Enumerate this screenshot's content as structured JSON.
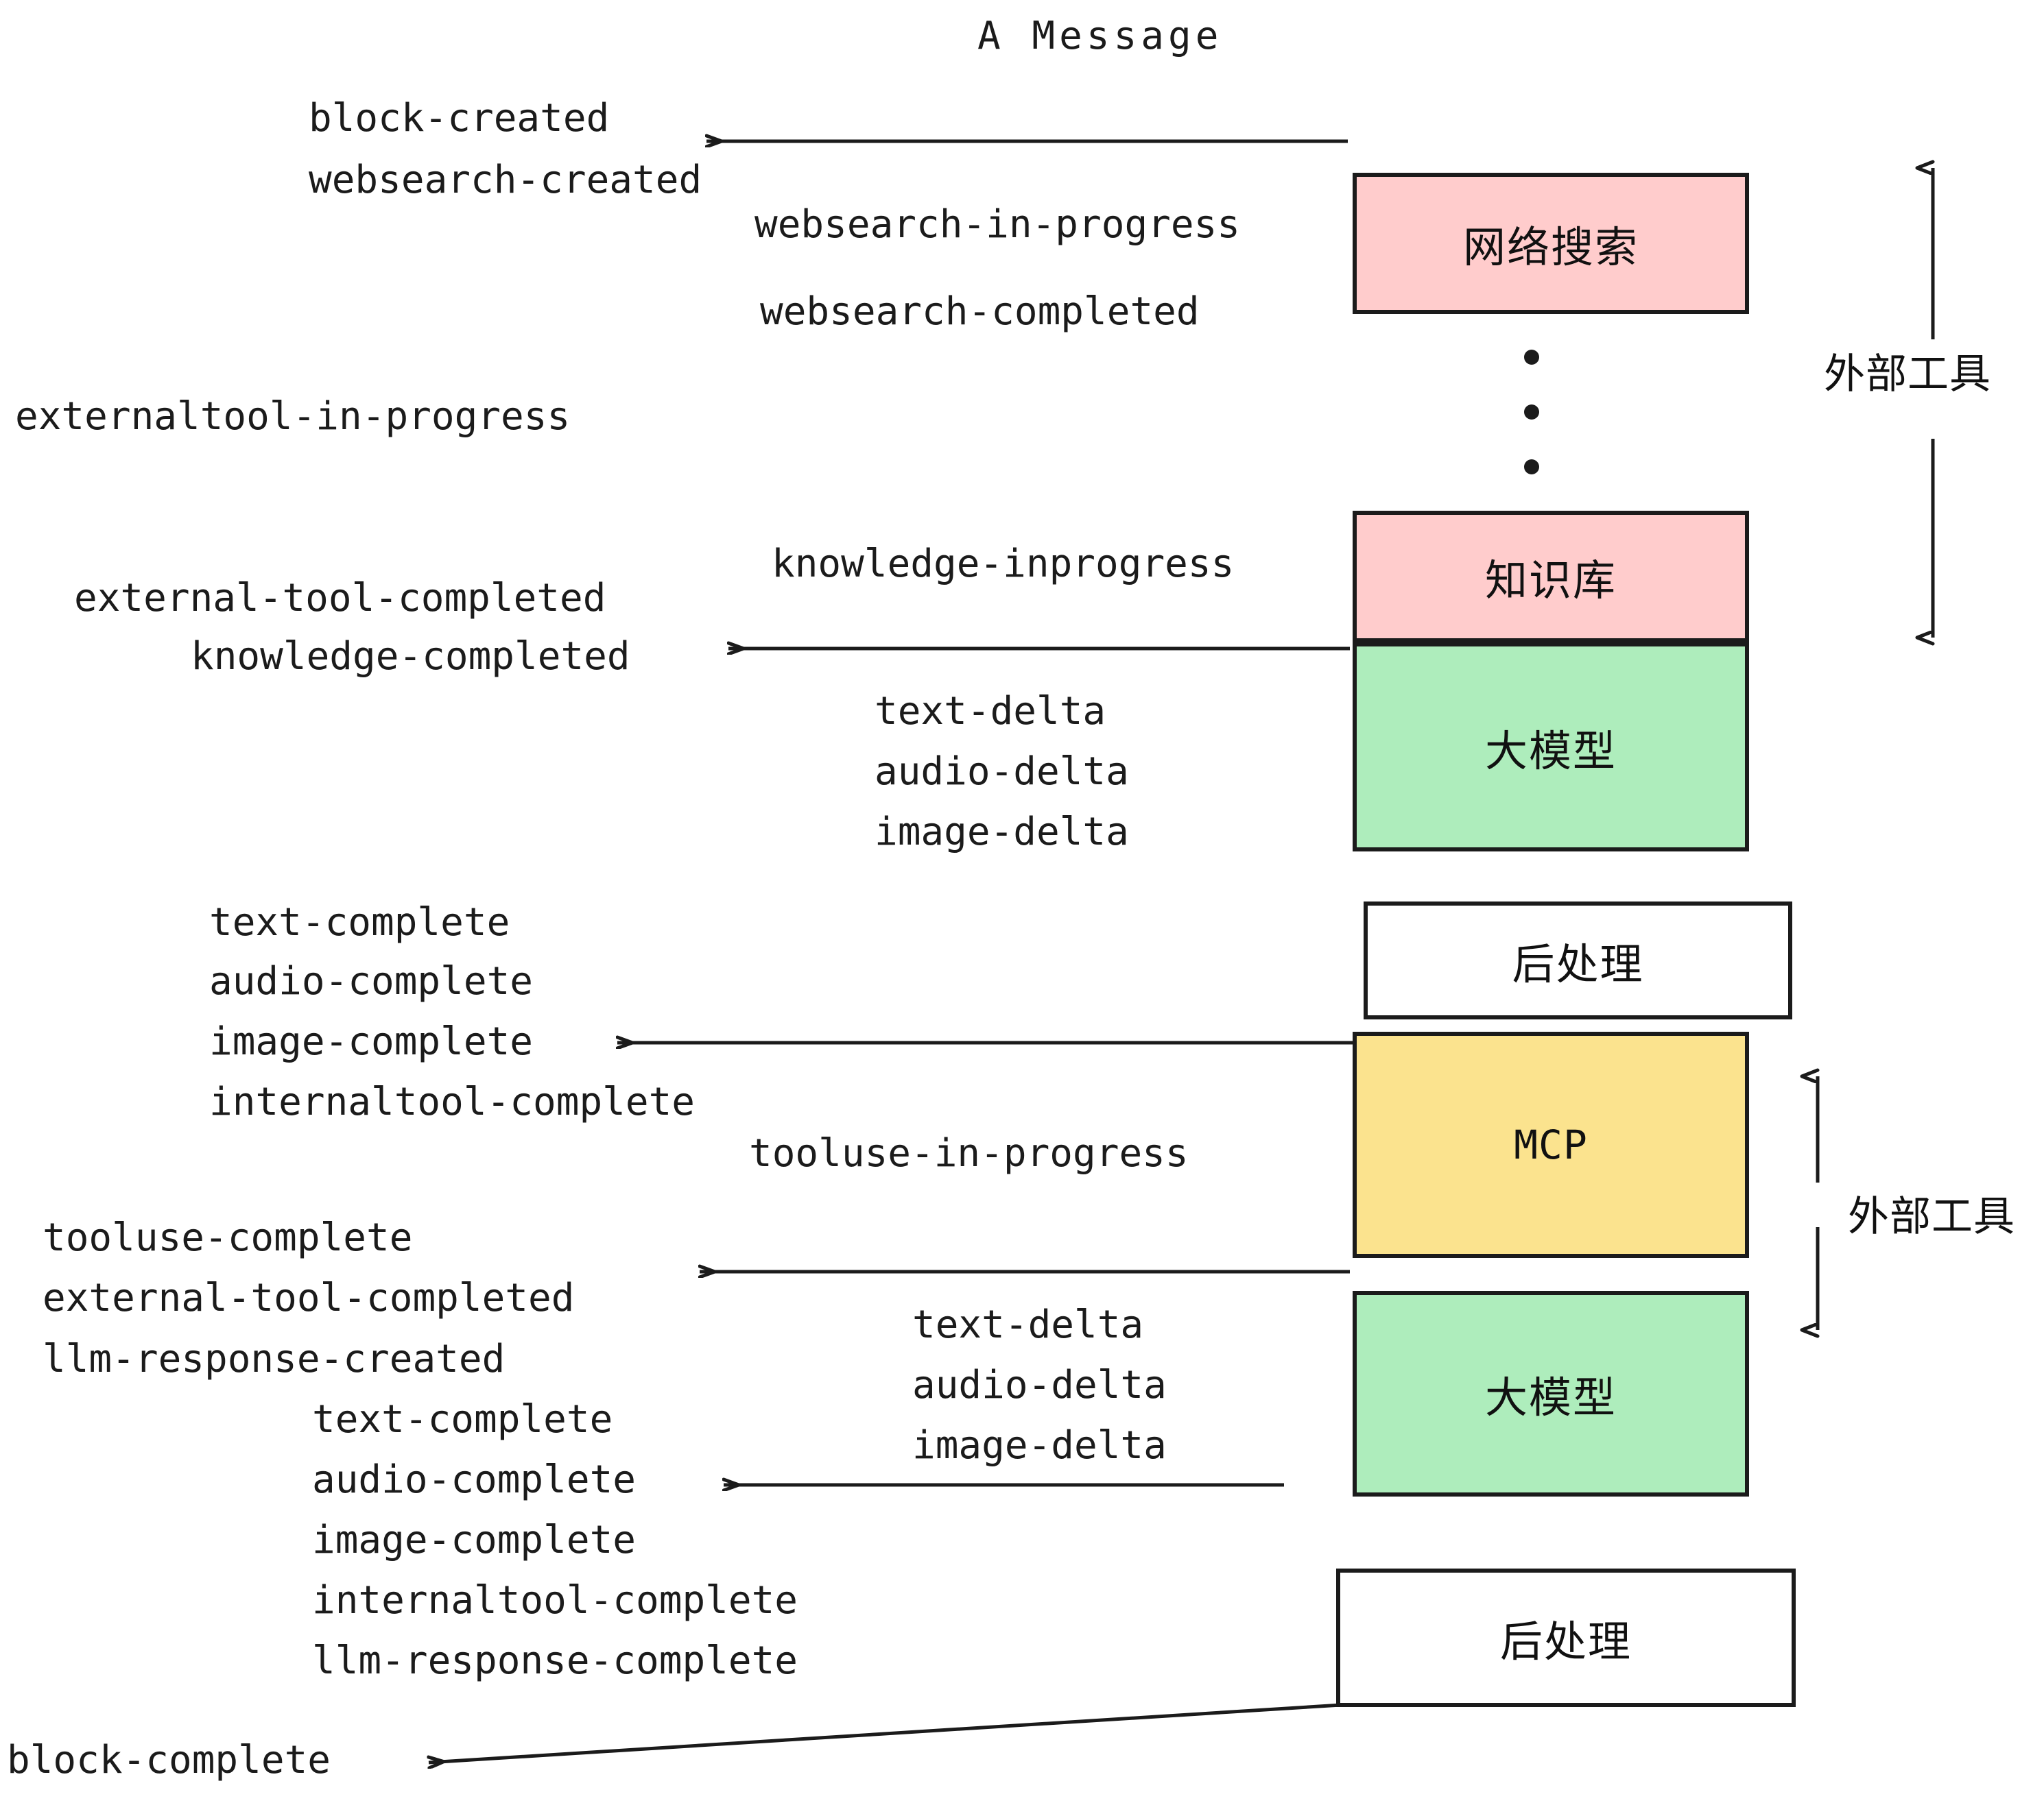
{
  "title": "A Message",
  "colors": {
    "external_tool_fill": "#FFCCCC",
    "llm_fill": "#AEEDBC",
    "mcp_fill": "#FBE38E",
    "postprocess_fill": "#FFFFFF",
    "stroke": "#1b1b1b",
    "text": "#1b1b1b"
  },
  "nodes": [
    {
      "id": "websearch",
      "label": "网络搜索",
      "fill": "#FFCCCC"
    },
    {
      "id": "knowledge",
      "label": "知识库",
      "fill": "#FFCCCC"
    },
    {
      "id": "llm-1",
      "label": "大模型",
      "fill": "#AEEDBC"
    },
    {
      "id": "postprocess-1",
      "label": "后处理",
      "fill": "#FFFFFF"
    },
    {
      "id": "mcp",
      "label": "MCP",
      "fill": "#FBE38E"
    },
    {
      "id": "llm-2",
      "label": "大模型",
      "fill": "#AEEDBC"
    },
    {
      "id": "postprocess-2",
      "label": "后处理",
      "fill": "#FFFFFF"
    }
  ],
  "side_labels": [
    {
      "id": "external-tool-top",
      "label": "外部工具"
    },
    {
      "id": "external-tool-bottom",
      "label": "外部工具"
    }
  ],
  "events": {
    "block_created": "block-created",
    "websearch_created": "websearch-created",
    "websearch_in_progress": "websearch-in-progress",
    "websearch_completed": "websearch-completed",
    "externaltool_in_progress": "externaltool-in-progress",
    "knowledge_inprogress": "knowledge-inprogress",
    "external_tool_completed_1": "external-tool-completed",
    "knowledge_completed": "knowledge-completed",
    "text_delta_1": "text-delta",
    "audio_delta_1": "audio-delta",
    "image_delta_1": "image-delta",
    "text_complete_1": "text-complete",
    "audio_complete_1": "audio-complete",
    "image_complete_1": "image-complete",
    "internaltool_complete_1": "internaltool-complete",
    "tooluse_in_progress": "tooluse-in-progress",
    "tooluse_complete": "tooluse-complete",
    "external_tool_completed_2": "external-tool-completed",
    "llm_response_created": "llm-response-created",
    "text_delta_2": "text-delta",
    "audio_delta_2": "audio-delta",
    "image_delta_2": "image-delta",
    "text_complete_2": "text-complete",
    "audio_complete_2": "audio-complete",
    "image_complete_2": "image-complete",
    "internaltool_complete_2": "internaltool-complete",
    "llm_response_complete": "llm-response-complete",
    "block_complete": "block-complete"
  }
}
